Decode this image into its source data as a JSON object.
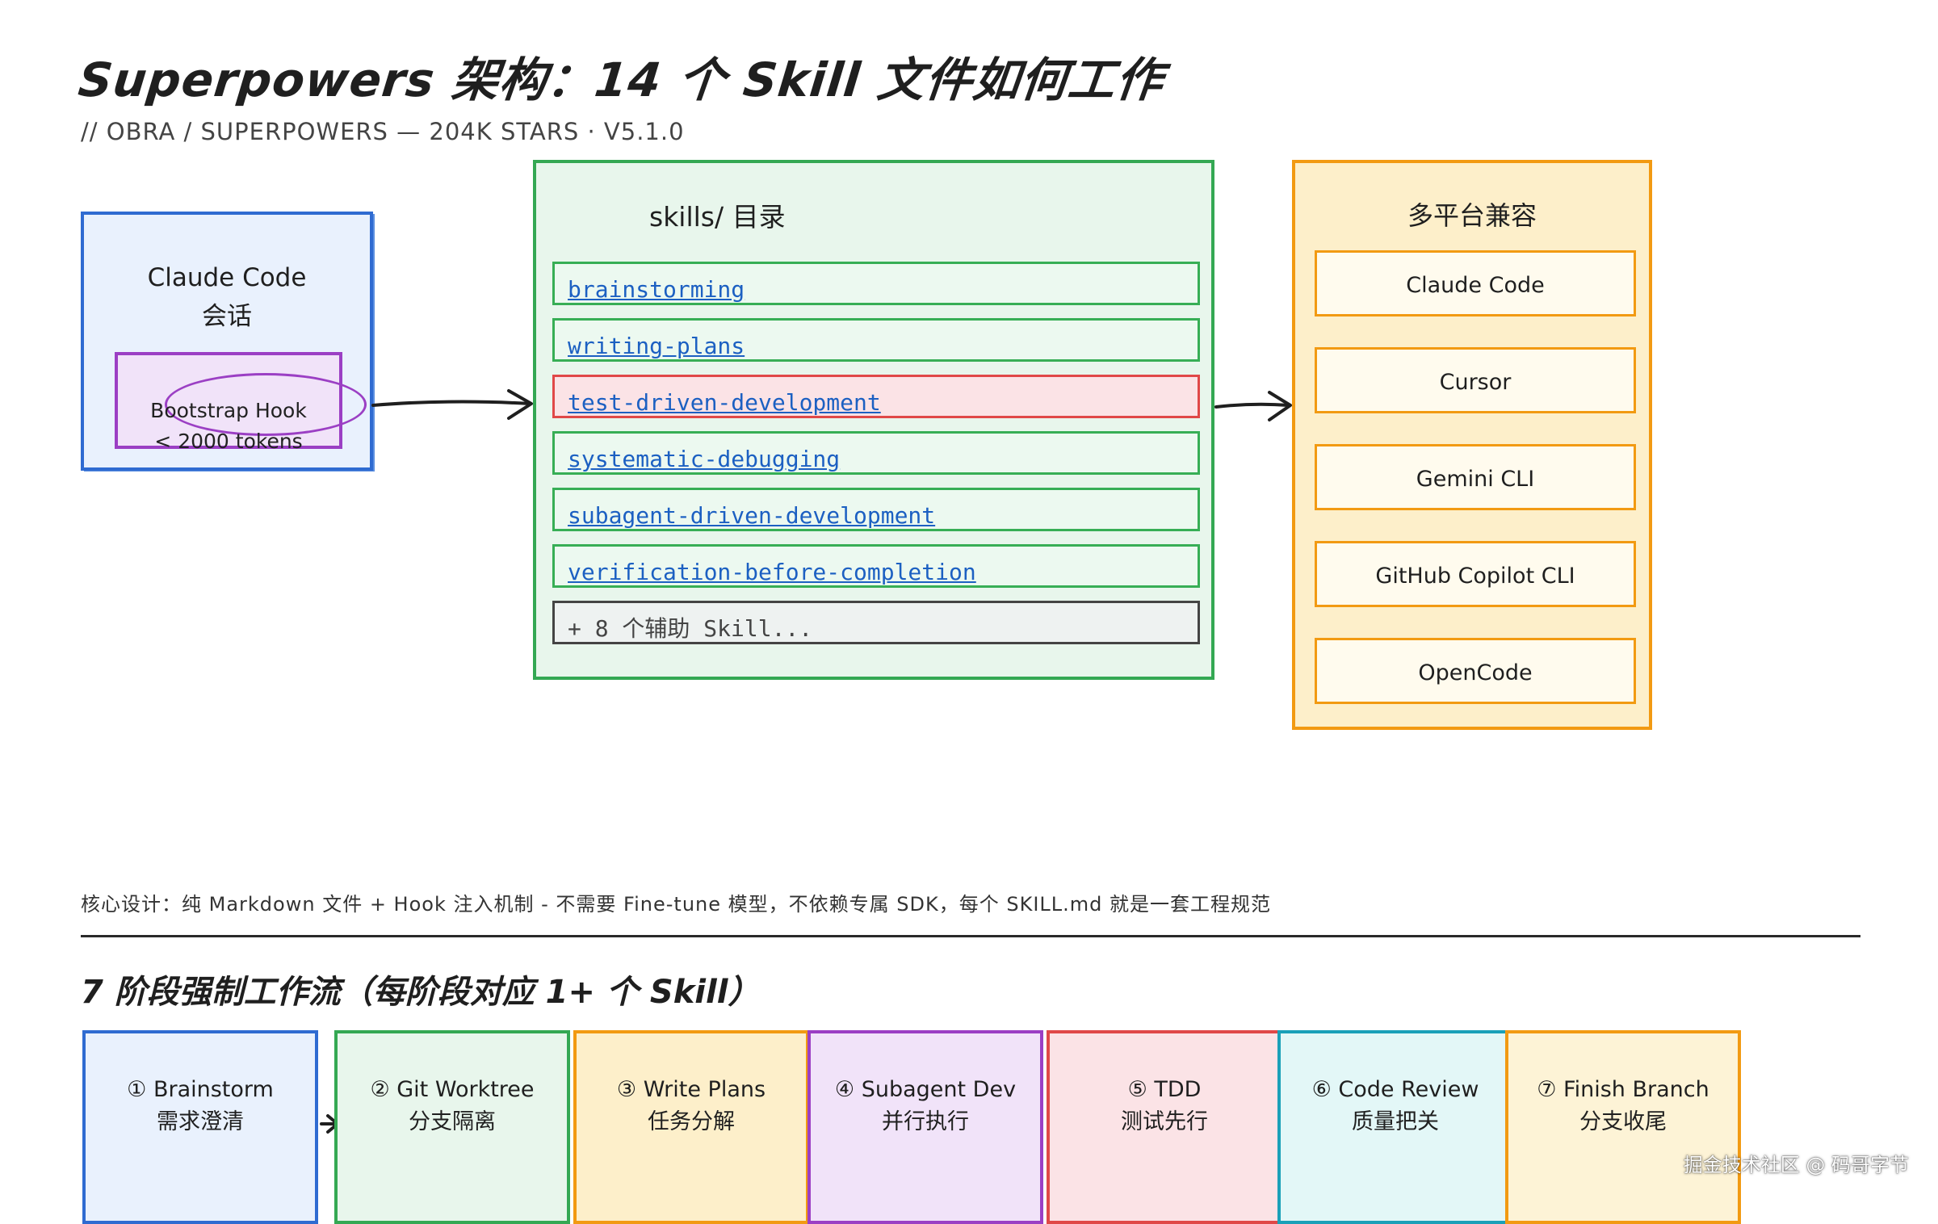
{
  "title": "Superpowers 架构：14 个 Skill 文件如何工作",
  "subtitle": "// OBRA / SUPERPOWERS — 204K STARS · V5.1.0",
  "session": {
    "title": "Claude Code\n会话",
    "hook": "Bootstrap Hook\n< 2000 tokens"
  },
  "skills": {
    "title": "skills/ 目录",
    "items": [
      "brainstorming",
      "writing-plans",
      "test-driven-development",
      "systematic-debugging",
      "subagent-driven-development",
      "verification-before-completion",
      "+ 8 个辅助 Skill..."
    ]
  },
  "platforms": {
    "title": "多平台兼容",
    "items": [
      "Claude Code",
      "Cursor",
      "Gemini CLI",
      "GitHub Copilot CLI",
      "OpenCode"
    ]
  },
  "core_design": "核心设计：纯 Markdown 文件 + Hook 注入机制 - 不需要 Fine-tune 模型，不依赖专属 SDK，每个 SKILL.md 就是一套工程规范",
  "workflow": {
    "title": "7 阶段强制工作流（每阶段对应 1+ 个 Skill）",
    "stages": [
      {
        "label": "① Brainstorm\n需求澄清",
        "border": "#2f6bd1",
        "bg": "#e9f1fd"
      },
      {
        "label": "② Git Worktree\n分支隔离",
        "border": "#34a853",
        "bg": "#e8f6ec"
      },
      {
        "label": "③ Write Plans\n任务分解",
        "border": "#f29a12",
        "bg": "#fdefca"
      },
      {
        "label": "④ Subagent Dev\n并行执行",
        "border": "#9b3fc4",
        "bg": "#f1e3f9"
      },
      {
        "label": "⑤ TDD\n测试先行",
        "border": "#e04848",
        "bg": "#fbe3e6"
      },
      {
        "label": "⑥ Code Review\n质量把关",
        "border": "#1aa0b8",
        "bg": "#e3f7f7"
      },
      {
        "label": "⑦ Finish Branch\n分支收尾",
        "border": "#f29a12",
        "bg": "#fdf3d6"
      }
    ]
  },
  "watermark": "掘金技术社区 @ 码哥字节"
}
